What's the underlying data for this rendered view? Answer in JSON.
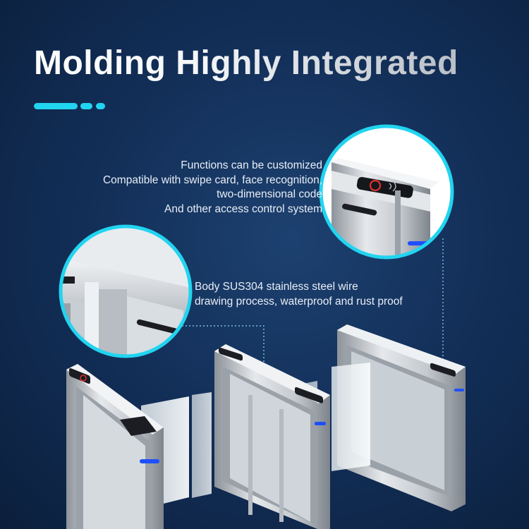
{
  "header": {
    "title": "Molding Highly Integrated"
  },
  "features": {
    "functions_lines": [
      "Functions can be customized",
      "Compatible with swipe card, face recognition,",
      "two-dimensional code",
      "And other access control system"
    ],
    "body_lines": [
      "Body SUS304 stainless steel wire",
      "drawing process, waterproof and rust proof"
    ]
  },
  "colors": {
    "accent": "#21d4f0",
    "background_dark": "#0b1f3c",
    "background_mid": "#1d4170",
    "indicator_blue": "#1f4fff",
    "indicator_red": "#e0322f"
  },
  "icons": [
    "reader-ring-icon",
    "rfid-wave-icon"
  ]
}
